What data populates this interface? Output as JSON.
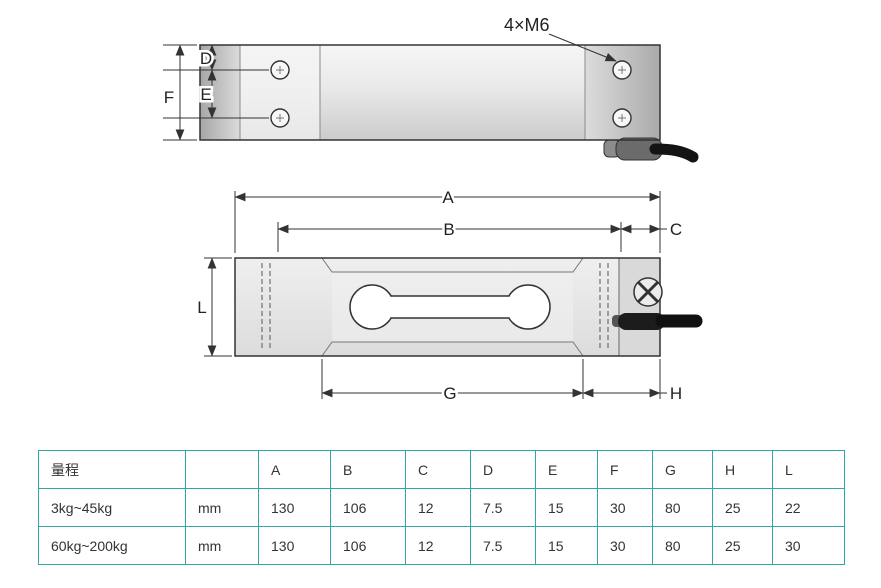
{
  "drawing": {
    "m6_label": "4×M6",
    "dims": {
      "A": "A",
      "B": "B",
      "C": "C",
      "D": "D",
      "E": "E",
      "F": "F",
      "G": "G",
      "H": "H",
      "L": "L"
    }
  },
  "table": {
    "header": [
      "量程",
      "",
      "A",
      "B",
      "C",
      "D",
      "E",
      "F",
      "G",
      "H",
      "L"
    ],
    "rows": [
      [
        "3kg~45kg",
        "mm",
        "130",
        "106",
        "12",
        "7.5",
        "15",
        "30",
        "80",
        "25",
        "22"
      ],
      [
        "60kg~200kg",
        "mm",
        "130",
        "106",
        "12",
        "7.5",
        "15",
        "30",
        "80",
        "25",
        "30"
      ]
    ]
  },
  "colors": {
    "table_border": "#2fa8a2",
    "drawing_line": "#333333",
    "cable": "#111111",
    "body_metal": "#e6e6e6"
  }
}
